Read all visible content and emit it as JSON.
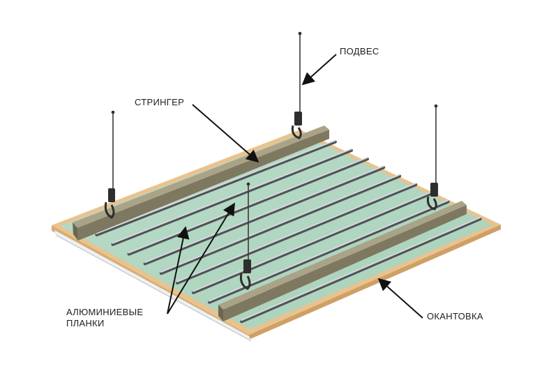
{
  "labels": {
    "suspension": "ПОДВЕС",
    "stringer": "СТРИНГЕР",
    "panels_line1": "АЛЮМИНИЕВЫЕ",
    "panels_line2": "ПЛАНКИ",
    "edging": "ОКАНТОВКА"
  },
  "colors": {
    "frame": "#e6c28c",
    "panel": "#b3d7c2",
    "panel_shadow": "#93c1a8",
    "slat": "#cfd4d6",
    "slat_edge": "#4f5456",
    "stringer_top": "#a9a286",
    "stringer_side": "#7c765d",
    "hanger": "#2a2a2a",
    "arrow": "#111111"
  }
}
